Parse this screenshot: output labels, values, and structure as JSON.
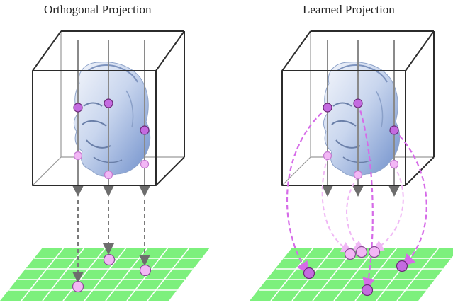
{
  "panels": [
    {
      "title": "Orthogonal Projection",
      "projection": "orthogonal",
      "object": "bust-sculpture-head"
    },
    {
      "title": "Learned Projection",
      "projection": "learned",
      "object": "bust-sculpture-head"
    }
  ],
  "colors": {
    "cube_edge": "#2b2b2b",
    "cube_back_edge": "#9a9a9a",
    "ray": "#8a8a8a",
    "ortho_arrow": "#7a7a7a",
    "learned_arrow": "#d66be8",
    "learned_arrow_faint": "#f0b8f5",
    "point_dark": "#c46be0",
    "point_light": "#f2b7f5",
    "point_stroke": "#6b2a78",
    "plane_fill": "#7df07d",
    "plane_grid": "#ffffff",
    "head": "#9fb6dd"
  }
}
